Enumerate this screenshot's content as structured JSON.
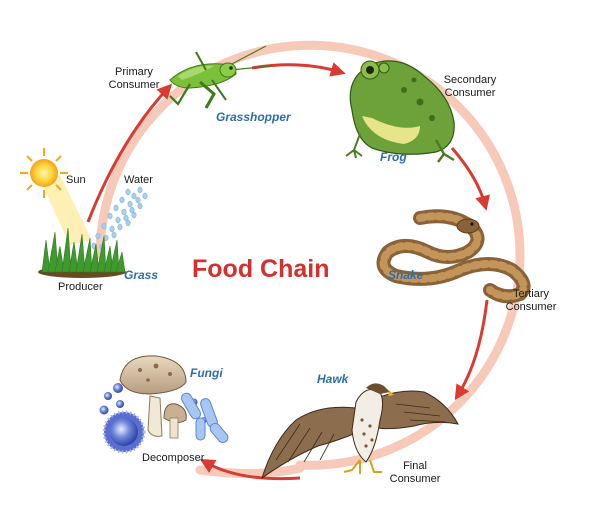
{
  "title": "Food Chain",
  "stages": {
    "sun": "Sun",
    "water": "Water",
    "producer": {
      "role": "Producer",
      "organism": "Grass"
    },
    "primary": {
      "role_line1": "Primary",
      "role_line2": "Consumer",
      "organism": "Grasshopper"
    },
    "secondary": {
      "role_line1": "Secondary",
      "role_line2": "Consumer",
      "organism": "Frog"
    },
    "tertiary": {
      "role_line1": "Tertiary",
      "role_line2": "Consumer",
      "organism": "Snake"
    },
    "final": {
      "role_line1": "Final",
      "role_line2": "Consumer",
      "organism": "Hawk"
    },
    "decomposer": {
      "role": "Decomposer",
      "organism": "Fungi"
    }
  },
  "colors": {
    "title": "#d4312e",
    "arrow": "#d93a31",
    "cycle_ring": "#f6c9b8",
    "organism_label": "#2f6fa8"
  }
}
